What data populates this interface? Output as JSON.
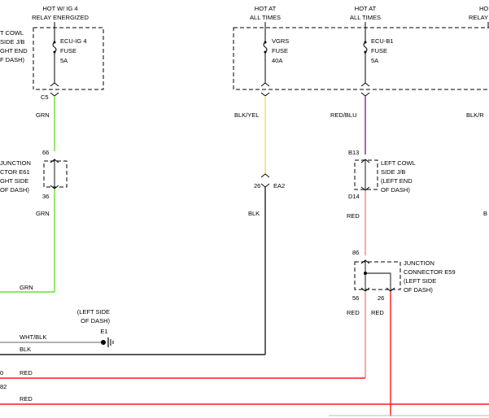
{
  "colors": {
    "grn": "#66dd33",
    "yel": "#e8e060",
    "blu": "#8a2090",
    "red": "#ff1a1a",
    "pink": "#ff8080",
    "blk": "#222222",
    "wht": "#999999"
  },
  "sources": {
    "ig4": {
      "line1": "HOT W/ IG 4",
      "line2": "RELAY ENERGIZED"
    },
    "vgrs": {
      "line1": "HOT AT",
      "line2": "ALL TIMES"
    },
    "ecub1": {
      "line1": "HOT AT",
      "line2": "ALL TIMES"
    },
    "right": {
      "line1": "HO",
      "line2": "RELAY"
    }
  },
  "fuses": {
    "ecu_ig4": {
      "name1": "ECU-IG 4",
      "name2": "FUSE",
      "amps": "5A"
    },
    "vgrs": {
      "name1": "VGRS",
      "name2": "FUSE",
      "amps": "40A"
    },
    "ecu_b1": {
      "name1": "ECU-B1",
      "name2": "FUSE",
      "amps": "5A"
    }
  },
  "left_jb": [
    "T COWL",
    "SIDE J/B",
    "GHT END",
    "F DASH)"
  ],
  "junction_e61": [
    "JUNCTION",
    "CTOR E61",
    "GHT SIDE",
    "OF DASH)"
  ],
  "left_cowl_jb": [
    "LEFT COWL",
    "SIDE J/B",
    "(LEFT END",
    "OF DASH)"
  ],
  "junction_e59": [
    "JUNCTION",
    "CONNECTOR E59",
    "(LEFT SIDE",
    "OF DASH)"
  ],
  "ground": {
    "loc1": "(LEFT SIDE",
    "loc2": "OF DASH)",
    "id": "E1"
  },
  "pins": {
    "c5": "C5",
    "p66": "66",
    "p36": "36",
    "p26a": "26",
    "ea2": "EA2",
    "b13": "B13",
    "d14": "D14",
    "p86": "86",
    "p56": "56",
    "p26b": "26",
    "left_0": "0",
    "left_82": "82"
  },
  "wires": {
    "grn1": "GRN",
    "grn2": "GRN",
    "grn3": "GRN",
    "blk_yel": "BLK/YEL",
    "red_blu": "RED/BLU",
    "blk_r": "BLK/R",
    "blk_v": "BLK",
    "red1": "RED",
    "red_56": "RED",
    "red_26": "RED",
    "wht_blk": "WHT/BLK",
    "blk_h": "BLK",
    "red_h1": "RED",
    "red_h2": "RED",
    "right_b": "B"
  }
}
